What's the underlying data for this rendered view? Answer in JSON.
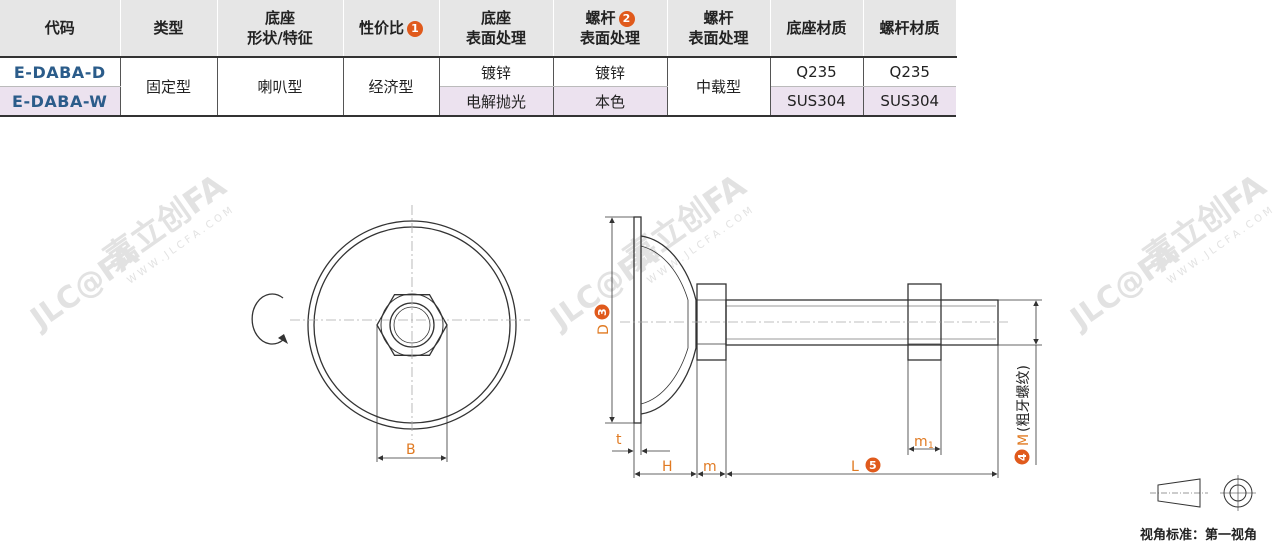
{
  "table": {
    "headers": [
      {
        "l1": "代码",
        "l2": "",
        "badge": ""
      },
      {
        "l1": "类型",
        "l2": "",
        "badge": ""
      },
      {
        "l1": "底座",
        "l2": "形状/特征",
        "badge": ""
      },
      {
        "l1": "性价比",
        "l2": "",
        "badge": "1"
      },
      {
        "l1": "底座",
        "l2": "表面处理",
        "badge": ""
      },
      {
        "l1": "螺杆",
        "l2": "表面处理",
        "badge": "2"
      },
      {
        "l1": "螺杆",
        "l2": "表面处理",
        "badge": ""
      },
      {
        "l1": "底座材质",
        "l2": "",
        "badge": ""
      },
      {
        "l1": "螺杆材质",
        "l2": "",
        "badge": ""
      }
    ],
    "rows": [
      {
        "code": "E-DABA-D",
        "base_surface": "镀锌",
        "screw_surface": "镀锌",
        "base_material": "Q235",
        "screw_material": "Q235"
      },
      {
        "code": "E-DABA-W",
        "base_surface": "电解抛光",
        "screw_surface": "本色",
        "base_material": "SUS304",
        "screw_material": "SUS304"
      }
    ],
    "merged": {
      "type": "固定型",
      "shape": "喇叭型",
      "value": "经济型",
      "screw_treatment": "中载型"
    }
  },
  "drawing": {
    "labels": {
      "B": "B",
      "D": "D",
      "t": "t",
      "H": "H",
      "m": "m",
      "m1": "m",
      "m1_sub": "1",
      "L": "L",
      "M": "M",
      "M_note": "(粗牙螺纹)"
    },
    "badges": {
      "D": "3",
      "L": "5",
      "M": "4"
    },
    "watermark": {
      "brand": "嘉立创FA",
      "domain": "W W W . J L C F A . C O M",
      "logo": "JLC@FA"
    },
    "view_label": "视角标准：第一视角"
  },
  "colors": {
    "dim": "#e07a22",
    "badge": "#e05a1c",
    "code": "#2b5c8a",
    "row_alt": "#ece2ef",
    "header_bg": "#e6e6e6"
  }
}
